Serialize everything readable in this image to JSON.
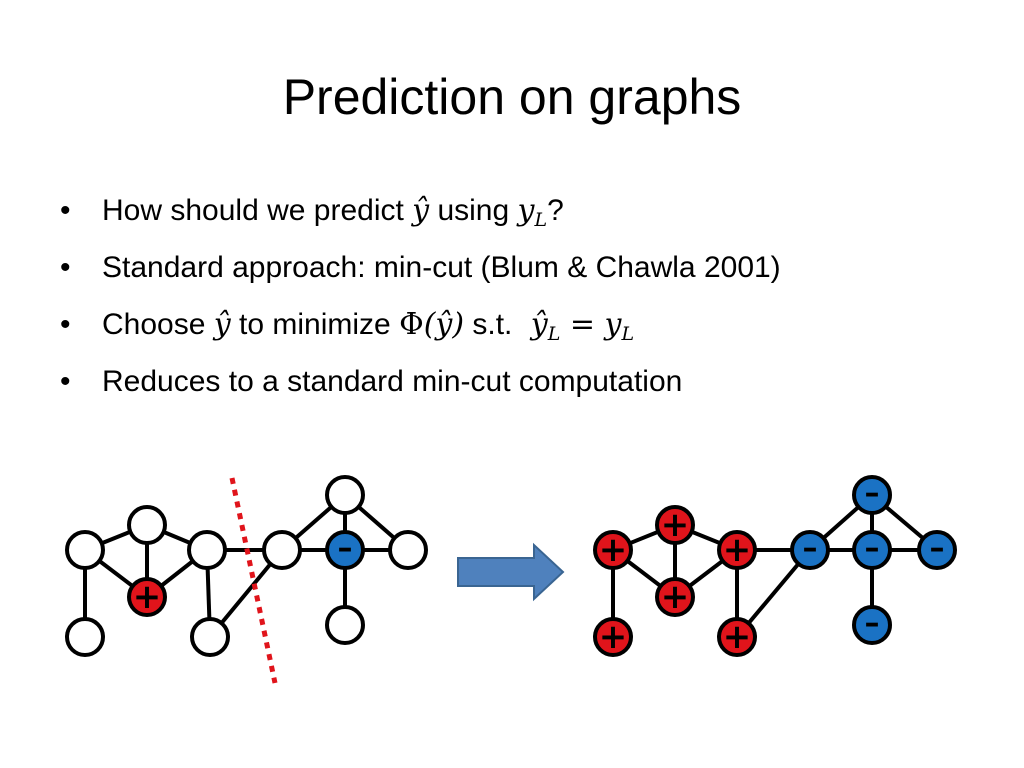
{
  "slide": {
    "title": "Prediction on graphs",
    "bullets": [
      {
        "pre": "How should we predict ",
        "m1": "ŷ",
        "mid": " using ",
        "m2": "y",
        "m2sub": "L",
        "post": "?"
      },
      {
        "text": "Standard approach: min-cut (Blum & Chawla 2001)"
      },
      {
        "pre": "Choose ",
        "m1": "ŷ",
        "mid": " to minimize ",
        "phi": "Φ",
        "phiArg": "(ŷ)",
        "st": " s.t. ",
        "lhs": "ŷ",
        "lhsSub": "L",
        "eq": " = ",
        "rhs": "y",
        "rhsSub": "L"
      },
      {
        "text": "Reduces to a standard min-cut computation"
      }
    ],
    "bullet_glyph": "•"
  },
  "diagram": {
    "colors": {
      "positive": "#e0141b",
      "negative": "#1a72c4",
      "unlabeled": "#ffffff",
      "cut_line": "#e0141b",
      "arrow": "#4f81bd",
      "stroke": "#000000"
    },
    "plus_symbol": "+",
    "minus_symbol": "–",
    "left_graph": {
      "nodes": [
        {
          "id": "a",
          "label": "unlabeled"
        },
        {
          "id": "b",
          "label": "unlabeled"
        },
        {
          "id": "c",
          "label": "unlabeled"
        },
        {
          "id": "d",
          "label": "positive"
        },
        {
          "id": "e",
          "label": "unlabeled"
        },
        {
          "id": "f",
          "label": "unlabeled"
        },
        {
          "id": "g",
          "label": "unlabeled"
        },
        {
          "id": "h",
          "label": "unlabeled"
        },
        {
          "id": "i",
          "label": "negative"
        },
        {
          "id": "j",
          "label": "unlabeled"
        },
        {
          "id": "k",
          "label": "unlabeled"
        }
      ]
    },
    "right_graph": {
      "nodes": [
        {
          "id": "a",
          "label": "positive"
        },
        {
          "id": "b",
          "label": "positive"
        },
        {
          "id": "c",
          "label": "positive"
        },
        {
          "id": "d",
          "label": "positive"
        },
        {
          "id": "e",
          "label": "positive"
        },
        {
          "id": "f",
          "label": "positive"
        },
        {
          "id": "g",
          "label": "negative"
        },
        {
          "id": "h",
          "label": "negative"
        },
        {
          "id": "i",
          "label": "negative"
        },
        {
          "id": "j",
          "label": "negative"
        },
        {
          "id": "k",
          "label": "negative"
        }
      ]
    },
    "edges": [
      [
        "a",
        "b"
      ],
      [
        "b",
        "c"
      ],
      [
        "a",
        "d"
      ],
      [
        "a",
        "e"
      ],
      [
        "b",
        "d"
      ],
      [
        "c",
        "d"
      ],
      [
        "c",
        "f"
      ],
      [
        "c",
        "g"
      ],
      [
        "f",
        "g"
      ],
      [
        "g",
        "h"
      ],
      [
        "g",
        "i"
      ],
      [
        "h",
        "i"
      ],
      [
        "h",
        "j"
      ],
      [
        "i",
        "j"
      ],
      [
        "i",
        "k"
      ]
    ],
    "arrow_direction": "right"
  }
}
